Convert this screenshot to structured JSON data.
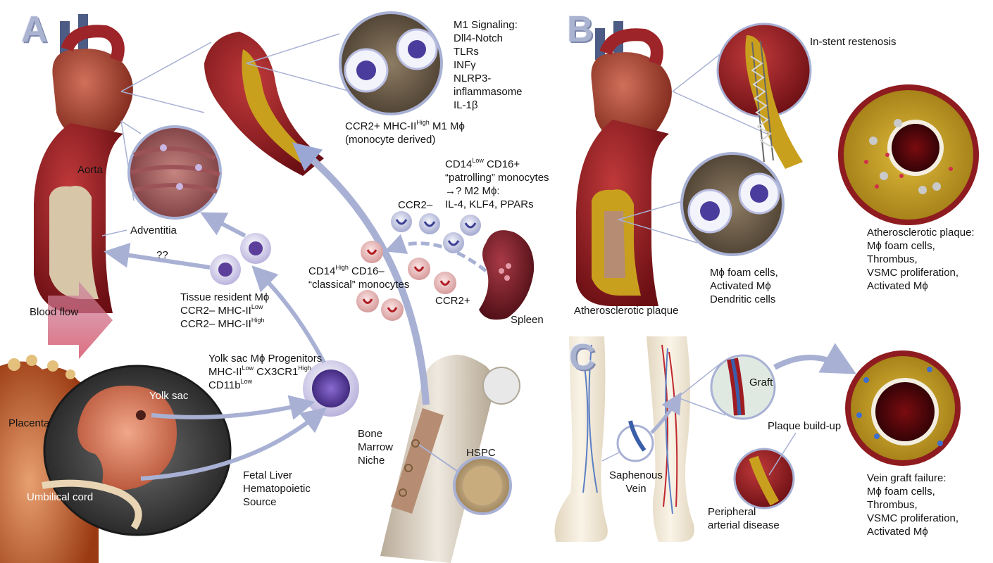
{
  "colors": {
    "vessel_red": "#8e1b1f",
    "plaque_yellow": "#c9a01e",
    "arrow_blue": "#a8b1d4",
    "panel_letter": "#aab3d0",
    "flow_pink": "#d9707e",
    "macrophage_purple": "#5b3f9a"
  },
  "panel_a": {
    "letter": "A",
    "aorta": "Aorta",
    "adventitia": "Adventitia",
    "blood_flow": "Blood flow",
    "m1_signaling": [
      "M1 Signaling:",
      "Dll4-Notch",
      "TLRs",
      "INFγ",
      "NLRP3-",
      "inflammasome",
      "IL-1β"
    ],
    "m1_macrophage": {
      "prefix": "CCR2+ MHC-II",
      "sup": "High",
      "suffix": " M1 Mϕ",
      "line2": "(monocyte derived)"
    },
    "patrolling": {
      "l1_prefix": "CD14",
      "l1_sup": "Low",
      "l1_suffix": " CD16+",
      "l2": "“patrolling” monocytes",
      "l3": "→? M2 Mϕ:",
      "l4": "IL-4, KLF4, PPARs"
    },
    "ccr2_minus": "CCR2–",
    "ccr2_plus": "CCR2+",
    "classical": {
      "l1_prefix": "CD14",
      "l1_sup": "High",
      "l1_suffix": " CD16–",
      "l2": "“classical” monocytes"
    },
    "spleen": "Spleen",
    "unknown": "??",
    "tissue_resident": {
      "l1": "Tissue resident Mϕ",
      "l2_prefix": "CCR2– MHC-II",
      "l2_sup": "Low",
      "l3_prefix": "CCR2– MHC-II",
      "l3_sup": "High"
    },
    "yolk_progenitors": {
      "l1": "Yolk sac Mϕ Progenitors",
      "l2_prefix": "MHC-II",
      "l2_sup1": "Low",
      "l2_mid": " CX3CR1",
      "l2_sup2": "High",
      "l3_prefix": "CD11b",
      "l3_sup": "Low"
    },
    "yolk_sac": "Yolk sac",
    "placenta": "Placenta",
    "umbilical_cord": "Umbilical cord",
    "fetal_liver": [
      "Fetal Liver",
      "Hematopoietic",
      "Source"
    ],
    "bone_marrow": [
      "Bone",
      "Marrow",
      "Niche"
    ],
    "hspc": "HSPC"
  },
  "panel_b": {
    "letter": "B",
    "in_stent": "In-stent restenosis",
    "athero_plaque_label": "Atherosclerotic plaque",
    "foam_cells": [
      "Mϕ foam cells,",
      "Activated Mϕ",
      "Dendritic cells"
    ],
    "athero_plaque_list": [
      "Atherosclerotic plaque:",
      "Mϕ foam cells,",
      "Thrombus,",
      "VSMC proliferation,",
      "Activated Mϕ"
    ]
  },
  "panel_c": {
    "letter": "C",
    "graft": "Graft",
    "plaque_buildup": "Plaque build-up",
    "saphenous": [
      "Saphenous",
      "Vein"
    ],
    "pad": [
      "Peripheral",
      "arterial disease"
    ],
    "vein_graft_failure": [
      "Vein graft failure:",
      "Mϕ foam cells,",
      "Thrombus,",
      "VSMC proliferation,",
      "Activated Mϕ"
    ]
  }
}
